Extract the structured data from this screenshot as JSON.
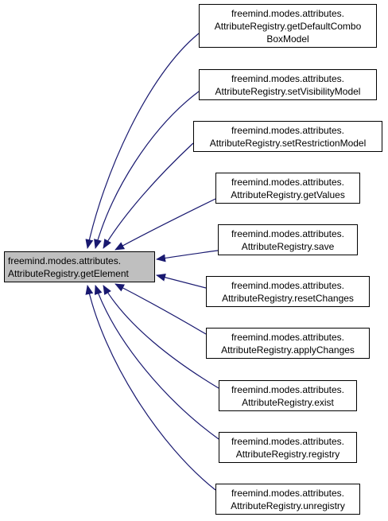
{
  "root": {
    "lines": [
      "freemind.modes.attributes.",
      "AttributeRegistry.getElement"
    ]
  },
  "callers": [
    {
      "lines": [
        "freemind.modes.attributes.",
        "AttributeRegistry.getDefaultCombo",
        "BoxModel"
      ]
    },
    {
      "lines": [
        "freemind.modes.attributes.",
        "AttributeRegistry.setVisibilityModel"
      ]
    },
    {
      "lines": [
        "freemind.modes.attributes.",
        "AttributeRegistry.setRestrictionModel"
      ]
    },
    {
      "lines": [
        "freemind.modes.attributes.",
        "AttributeRegistry.getValues"
      ]
    },
    {
      "lines": [
        "freemind.modes.attributes.",
        "AttributeRegistry.save"
      ]
    },
    {
      "lines": [
        "freemind.modes.attributes.",
        "AttributeRegistry.resetChanges"
      ]
    },
    {
      "lines": [
        "freemind.modes.attributes.",
        "AttributeRegistry.applyChanges"
      ]
    },
    {
      "lines": [
        "freemind.modes.attributes.",
        "AttributeRegistry.exist"
      ]
    },
    {
      "lines": [
        "freemind.modes.attributes.",
        "AttributeRegistry.registry"
      ]
    },
    {
      "lines": [
        "freemind.modes.attributes.",
        "AttributeRegistry.unregistry"
      ]
    }
  ],
  "colors": {
    "edge": "#191970",
    "root_fill": "#bfbfbf",
    "node_fill": "#ffffff",
    "border": "#000000"
  }
}
